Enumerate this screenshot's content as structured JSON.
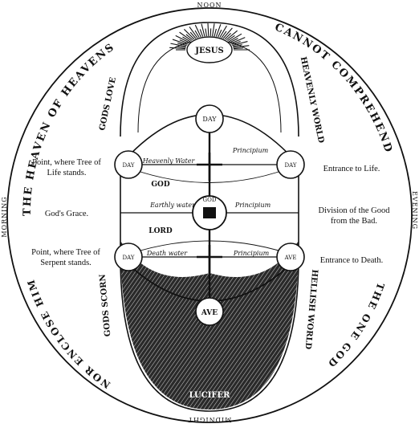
{
  "compass": {
    "top": "NOON",
    "bottom": "MIDNIGHT",
    "left": "MORNING",
    "right": "EVENING"
  },
  "outer_ring": {
    "upper_left": "THE HEAVEN OF HEAVENS",
    "upper_right": "CANNOT COMPREHEND",
    "lower_left": "NOR ENCLOSE HIM",
    "lower_right": "THE ONE GOD"
  },
  "inner_ring": {
    "left_top": "GODS LOVE",
    "right_top": "HEAVENLY WORLD",
    "left_bottom": "GODS SCORN",
    "right_bottom": "HELLISH WORLD",
    "god": "GOD",
    "lord": "LORD",
    "lucifer": "LUCIFER",
    "jesus": "JESUS"
  },
  "circles": {
    "top": "DAY",
    "upper_left": "DAY",
    "upper_right": "DAY",
    "center": "GOD",
    "lower_left": "DAY",
    "lower_right": "AVE",
    "bottom": "AVE"
  },
  "zone_labels": {
    "heavenly_water": "Heavenly Water",
    "principium_upper": "Principium",
    "earthly_water": "Earthly water",
    "principium_middle": "Principium",
    "death_water": "Death water",
    "principium_lower": "Principium"
  },
  "left_labels": {
    "tree_of_life": "Point, where Tree of Life stands.",
    "grace": "God's Grace.",
    "tree_of_serpent": "Point, where Tree of Serpent stands."
  },
  "right_labels": {
    "entrance_life": "Entrance to Life.",
    "division": "Division of the Good from the Bad.",
    "entrance_death": "Entrance to Death."
  }
}
